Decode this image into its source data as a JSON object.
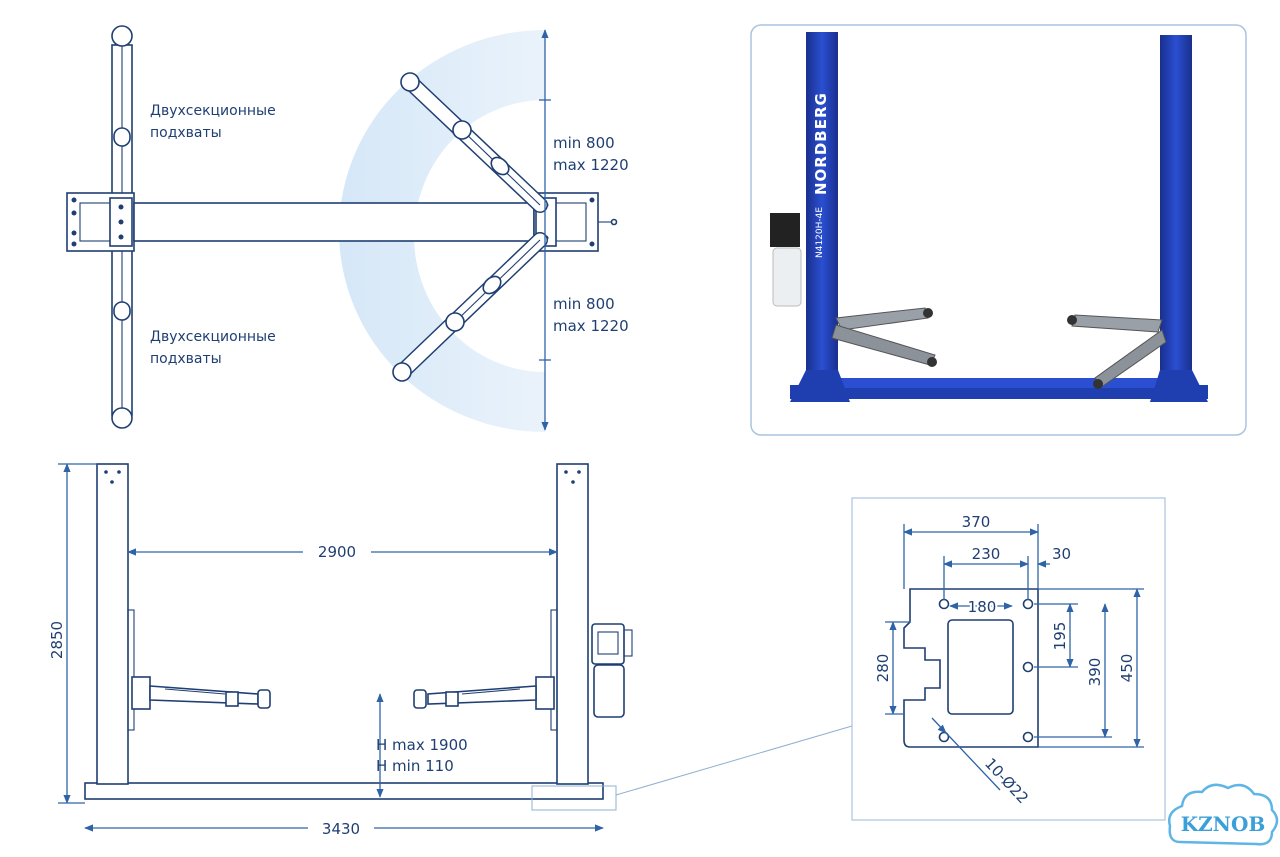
{
  "top_view": {
    "label_top": [
      "Двухсекционные",
      "подхваты"
    ],
    "label_bottom": [
      "Двухсекционные",
      "подхваты"
    ],
    "range_top": [
      "min 800",
      "max 1220"
    ],
    "range_bottom": [
      "min 800",
      "max 1220"
    ]
  },
  "photo": {
    "brand": "NORDBERG",
    "model": "N4120H-4E"
  },
  "front_view": {
    "width_inner": "2900",
    "height": "2850",
    "width_total": "3430",
    "h_range": [
      "H max 1900",
      "H min 110"
    ]
  },
  "base_plate": {
    "d370": "370",
    "d230": "230",
    "d30": "30",
    "d180": "180",
    "d195": "195",
    "d280": "280",
    "d390": "390",
    "d450": "450",
    "holes": "10-Ø22"
  },
  "watermark": "KZNOB",
  "colors": {
    "line": "#1f3f73",
    "dimension": "#2e63a8",
    "sweep": "#d6e7f7",
    "lift_blue": "#1f3fb0",
    "arm_gray": "#9aa0a8"
  }
}
